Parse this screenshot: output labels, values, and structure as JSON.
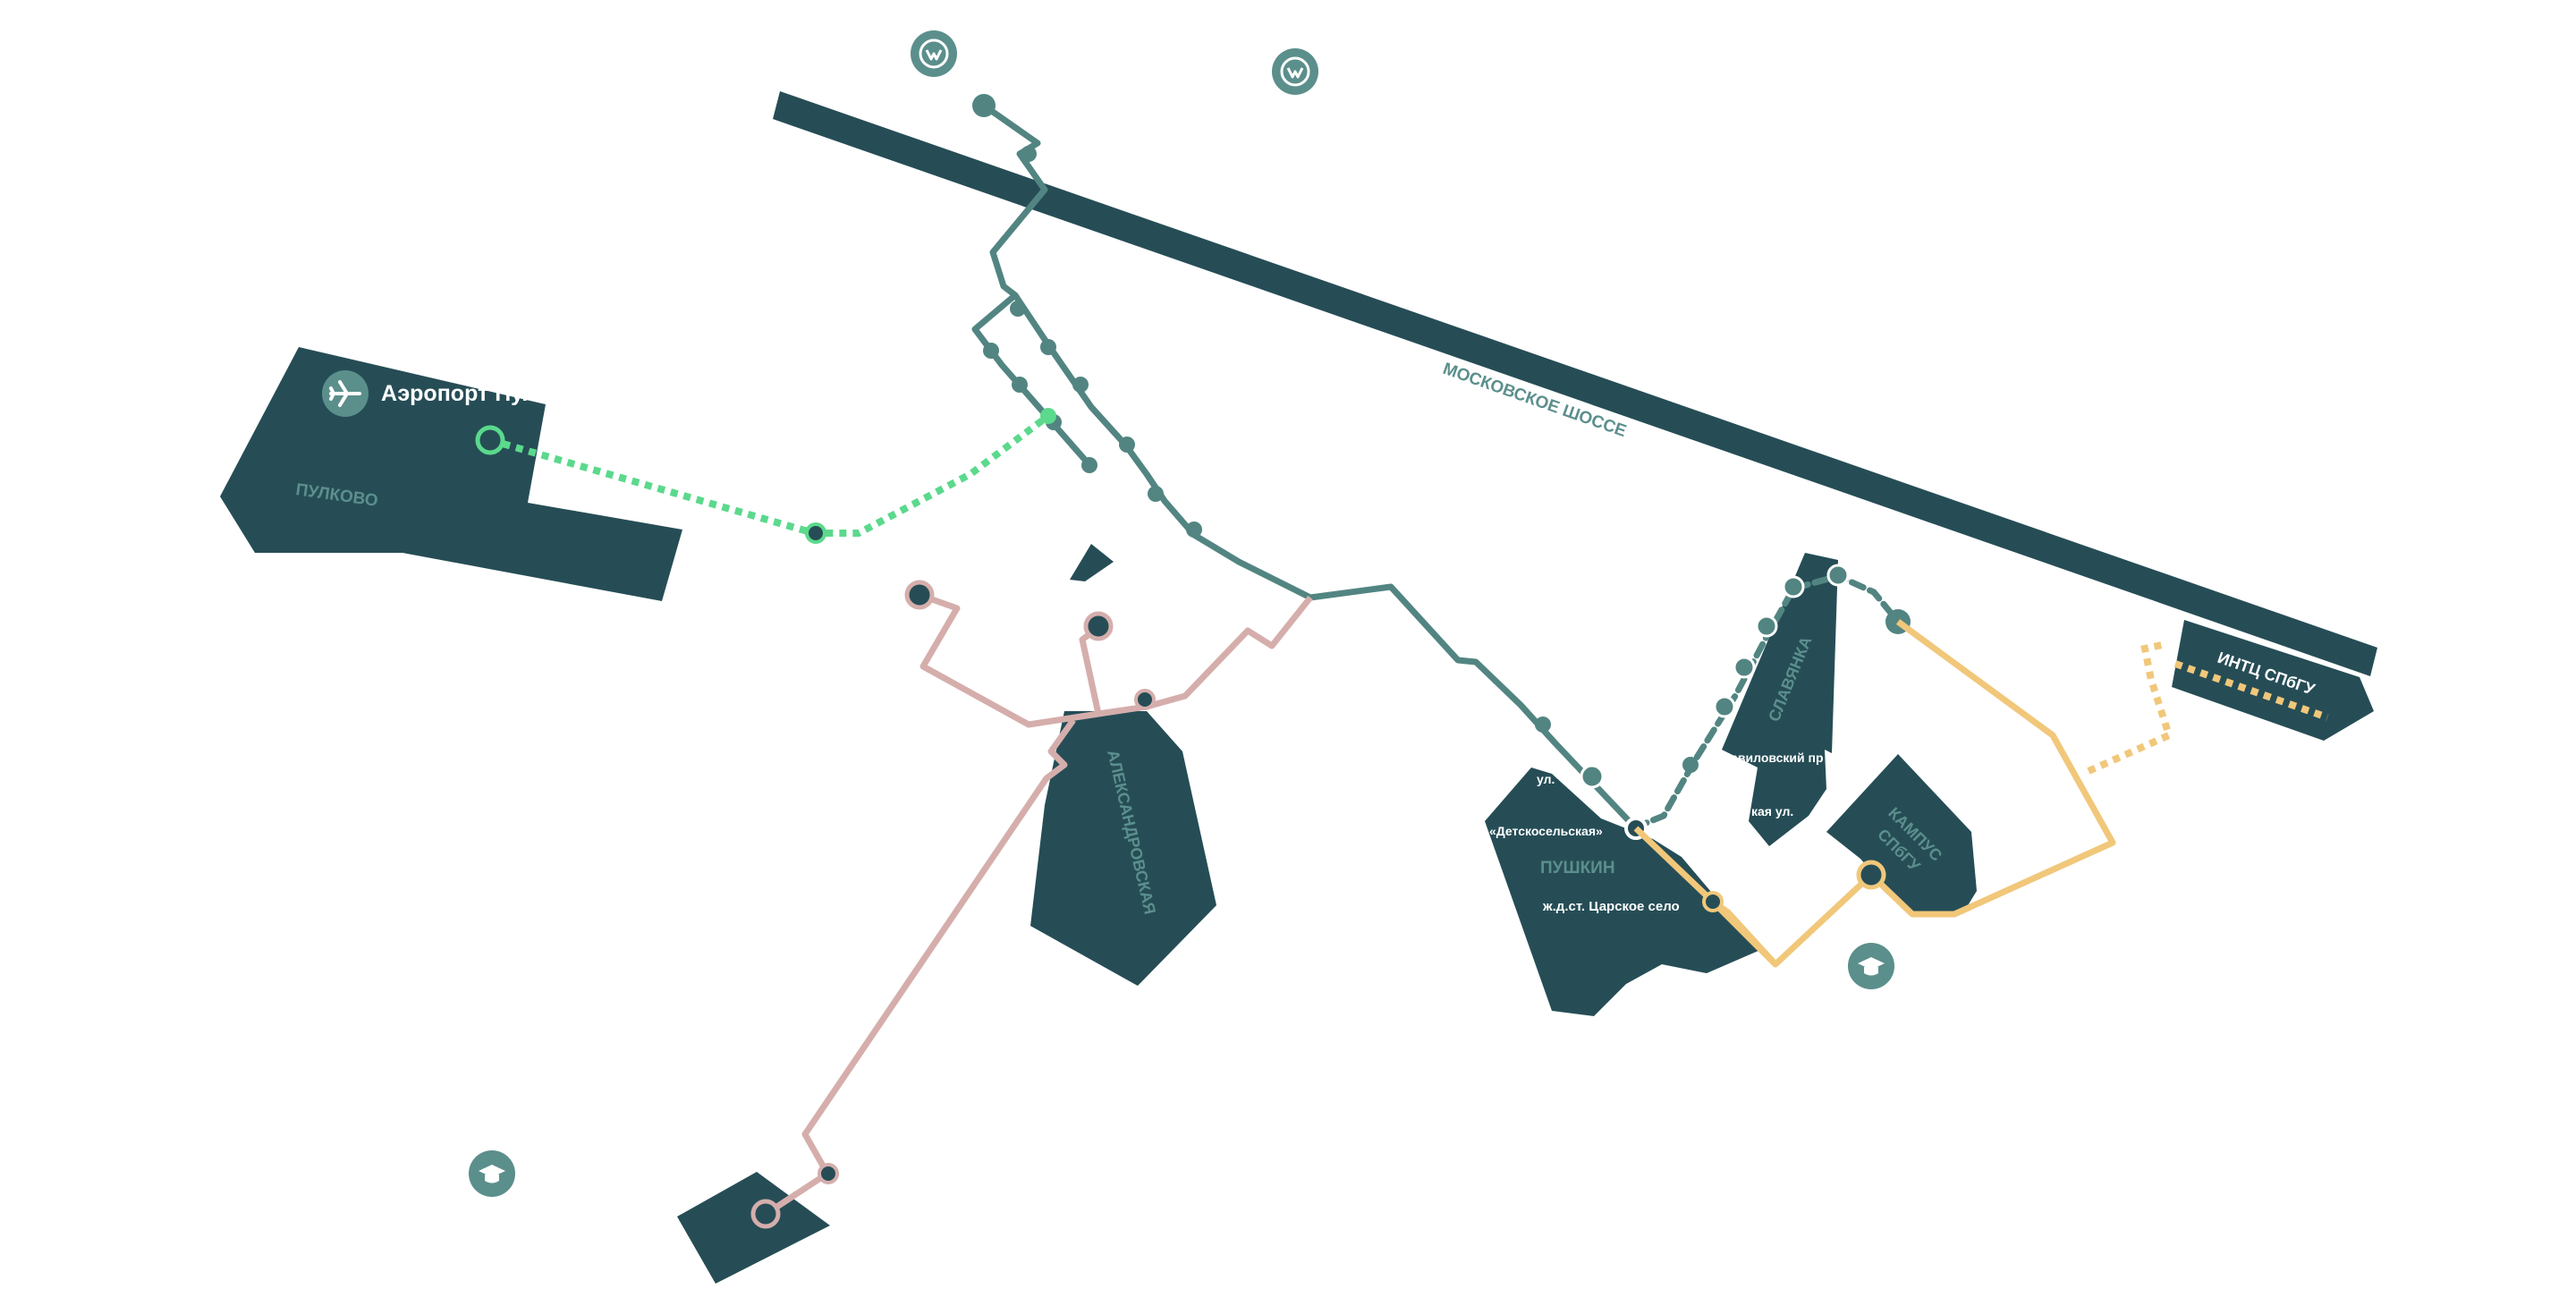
{
  "colors": {
    "district": "#264d56",
    "road": "#264d56",
    "line_teal": "#528582",
    "line_pink": "#d5aeac",
    "line_green": "#5bd98c",
    "line_yellow": "#f1c77a",
    "icon_bg": "#5b8f8c",
    "background": "#ffffff"
  },
  "road": {
    "label": "МОСКОВСКОЕ ШОССЕ"
  },
  "airport": {
    "label": "Аэропорт Пул",
    "district": "ПУЛКОВО",
    "icon": "airplane-icon"
  },
  "districts": {
    "aleksandrovskaya": "АЛЕКСАНДРОВСКАЯ",
    "pushkin": "ПУШКИН",
    "slavyanka": "СЛАВЯНКА",
    "kampus": [
      "КАМПУС",
      "СПбГУ"
    ],
    "intc": "ИНТЦ СПбГУ"
  },
  "stops": {
    "ul_fragment": "ул.",
    "detskoselskaya": "«Детскосельская»",
    "tsarskoe_selo": "ж.д.ст. Царское село",
    "vavilovsky": "Вавиловский пр",
    "ul_fragment_2": "кая ул."
  },
  "icons": {
    "metro_1": "metro-icon",
    "metro_2": "metro-icon",
    "university_1": "graduation-cap-icon",
    "university_2": "graduation-cap-icon"
  }
}
